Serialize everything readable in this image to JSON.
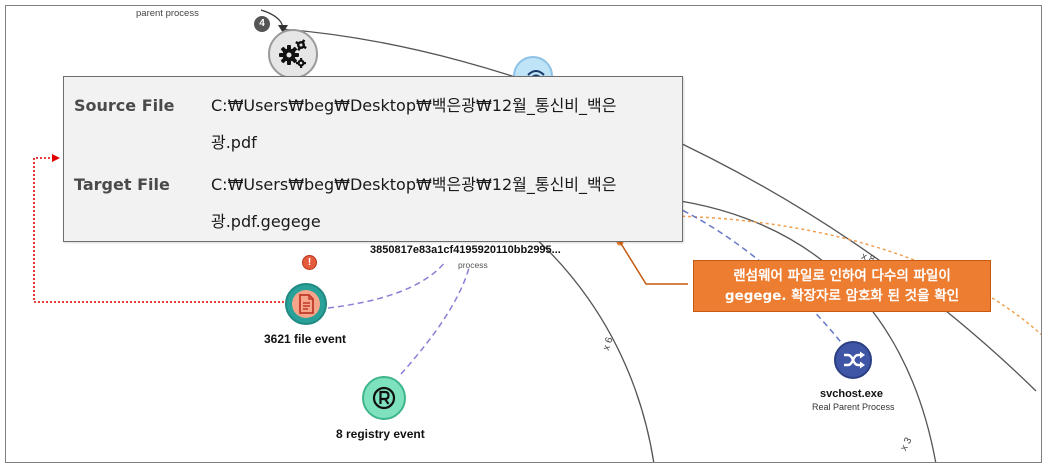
{
  "colors": {
    "tooltip_bg": "#f2f2f2",
    "callout_orange": "#ed7d31",
    "dashed_link": "#8a80d6",
    "red_link": "#e00000",
    "file_node_teal": "#2aa198",
    "registry_node": "#7fe2bf",
    "svchost_node": "#3f55a6"
  },
  "labels": {
    "parent_process": "parent process",
    "step_number": "4",
    "process_hash": "3850817e83a1cf4195920110bb2995...",
    "process_sub": "process",
    "file_event": "3621 file event",
    "registry_event": "8 registry event",
    "svchost_name": "svchost.exe",
    "svchost_sub": "Real Parent Process",
    "edge_x6": "x 6",
    "edge_x3": "x 3",
    "edge_x8": "x 8",
    "alert_mark": "!"
  },
  "tooltip": {
    "source_key": "Source File",
    "source_line1": "C:₩Users₩beg₩Desktop₩백은광₩12월_통신비_백은",
    "source_line2": "광.pdf",
    "target_key": "Target File",
    "target_line1": "C:₩Users₩beg₩Desktop₩백은광₩12월_통신비_백은",
    "target_line2": "광.pdf.gegege"
  },
  "callout": {
    "line1": "랜섬웨어 파일로 인하여 다수의 파일이",
    "line2": "gegege. 확장자로 암호화 된 것을 확인"
  },
  "icons": {
    "gears": "gears-icon",
    "file": "document-icon",
    "registry": "registered-icon",
    "shuffle": "shuffle-icon",
    "alert": "alert-icon"
  }
}
